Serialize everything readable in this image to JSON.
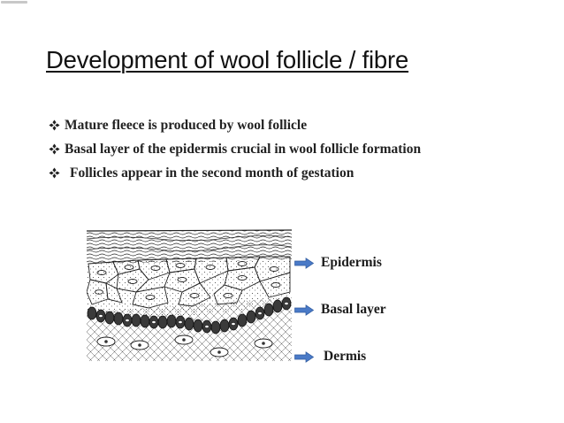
{
  "slide": {
    "title": "Development of wool follicle / fibre",
    "bullets": [
      "Mature fleece is produced by wool follicle",
      "Basal layer of the epidermis crucial in wool follicle formation",
      "Follicles appear in the second month of gestation"
    ],
    "bullet_icon": "four-diamond-icon"
  },
  "diagram": {
    "labels": [
      "Epidermis",
      "Basal layer",
      "Dermis"
    ],
    "arrow_color": "#4a7ac7",
    "arrow_icon": "right-arrow-icon"
  }
}
